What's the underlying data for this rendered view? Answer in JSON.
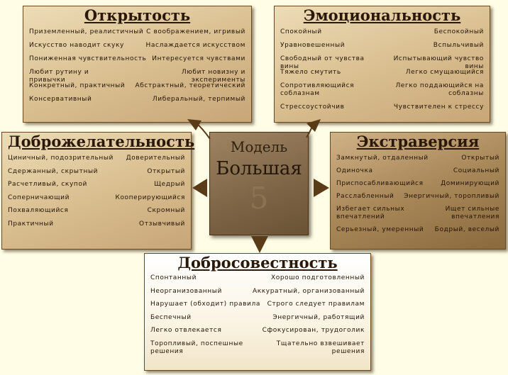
{
  "center": {
    "line1": "Модель",
    "line2": "Большая",
    "line3": "5"
  },
  "openness": {
    "title": "Открытость",
    "rows": [
      [
        "Приземленный, реалистичный",
        "С воображением, игривый"
      ],
      [
        "Искусство наводит скуку",
        "Наслаждается искусством"
      ],
      [
        "Пониженная чувствительность",
        "Интересуется чувствами"
      ],
      [
        "Любит рутину и привычки",
        "Любит новизну и эксперименты"
      ],
      [
        "Конкретный, практичный",
        "Абстрактный, теоретический"
      ],
      [
        "Консервативный",
        "Либеральный, терпимый"
      ]
    ]
  },
  "emotional": {
    "title": "Эмоциональность",
    "rows": [
      [
        "Спокойный",
        "Беспокойный"
      ],
      [
        "Уравновешенный",
        "Вспыльчивый"
      ],
      [
        "Свободный от чувства вины",
        "Испытывающий чувство вины"
      ],
      [
        "Тяжело смутить",
        "Легко смущающийся"
      ],
      [
        "Сопротивляющийся соблазнам",
        "Легко поддающийся на соблазны"
      ],
      [
        "Стрессоустойчив",
        "Чувствителен к стрессу"
      ]
    ]
  },
  "agreeableness": {
    "title": "Доброжелательность",
    "rows": [
      [
        "Циничный, подозрительный",
        "Доверительный"
      ],
      [
        "Сдержанный, скрытный",
        "Открытый"
      ],
      [
        "Расчетливый, скупой",
        "Щедрый"
      ],
      [
        "Соперничающий",
        "Кооперирующийся"
      ],
      [
        "Похваляющийся",
        "Скромный"
      ],
      [
        "Практичный",
        "Отзывчивый"
      ]
    ]
  },
  "extraversion": {
    "title": "Экстраверсия",
    "rows": [
      [
        "Замкнутый, отдаленный",
        "Открытый"
      ],
      [
        "Одиночка",
        "Социальный"
      ],
      [
        "Приспосабливающийся",
        "Доминирующий"
      ],
      [
        "Расслабленный",
        "Энергичный, торопливый"
      ],
      [
        "Избегает сильных впечатлений",
        "Ищет сильные впечатления"
      ],
      [
        "Серьезный, умеренный",
        "Бодрый, веселый"
      ]
    ]
  },
  "conscientiousness": {
    "title": "Добросовестность",
    "rows": [
      [
        "Спонтанный",
        "Хорошо подготовленный"
      ],
      [
        "Неорганизованный",
        "Аккуратный, организованный"
      ],
      [
        "Нарушает (обходит) правила",
        "Строго следует правилам"
      ],
      [
        "Беспечный",
        "Энергичный, работящий"
      ],
      [
        "Легко отвлекается",
        "Сфокусирован, трудоголик"
      ],
      [
        "Торопливый, поспешные решения",
        "Тщательно взвешивает решения"
      ]
    ]
  }
}
